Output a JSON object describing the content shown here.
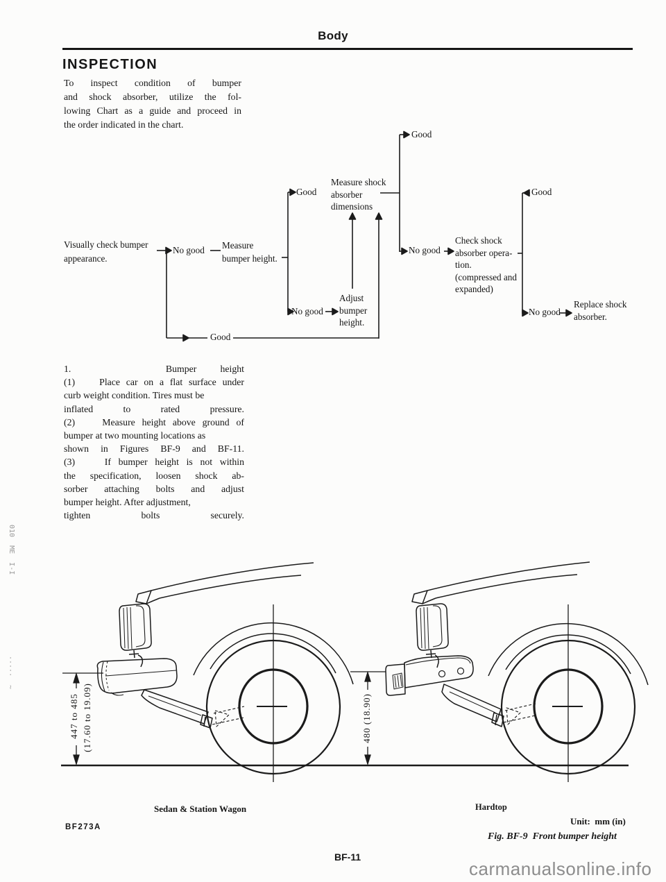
{
  "header": {
    "title": "Body"
  },
  "section": {
    "title": "INSPECTION"
  },
  "intro_lines": [
    "To inspect condition of bumper",
    "and shock absorber, utilize the fol-",
    "lowing Chart as a guide and proceed in",
    "the order indicated in the chart."
  ],
  "procedure_lines": [
    "1.    Bumper height",
    "(1)    Place car on a flat surface under",
    "curb weight condition. Tires must be",
    "inflated to rated pressure.",
    "(2)    Measure height above ground of",
    "bumper at two mounting locations as",
    "shown in Figures BF-9 and BF-11.",
    "(3)    If bumper height is not within",
    "the specification, loosen shock ab-",
    "sorber attaching bolts and adjust",
    "bumper height. After adjustment,",
    "tighten bolts securely."
  ],
  "flowchart": {
    "visual_check": "Visually check bumper\nappearance.",
    "no_good_1": "No good",
    "measure_bumper": "Measure\nbumper height.",
    "good_bumper": "Good",
    "no_good_bumper": "No good",
    "adjust_bumper": "Adjust\nbumper\nheight.",
    "measure_shock": "Measure shock\nabsorber\ndimensions",
    "good_shock_dim": "Good",
    "no_good_shock_dim": "No good",
    "check_shock": "Check shock\nabsorber opera-\ntion.\n(compressed and\nexpanded)",
    "good_shock_op": "Good",
    "no_good_shock_op": "No good",
    "replace_shock": "Replace shock\nabsorber.",
    "good_visual_return": "Good"
  },
  "figure": {
    "sedan_caption": "Sedan & Station Wagon",
    "hardtop_caption": "Hardtop",
    "sedan_height_mm": "447 to 485",
    "sedan_height_in": "(17.60 to 19.09)",
    "hardtop_height": "480 (18.90)",
    "photo_code": "BF273A",
    "unit_note": "Unit:  mm (in)",
    "caption": "Fig. BF-9  Front bumper height"
  },
  "footer": {
    "page_number": "BF-11",
    "watermark": "carmanualsonline.info"
  },
  "margin": {
    "mark_1": "010  ME  I-I",
    "mark_2": "·····  ~"
  },
  "colors": {
    "ink": "#1b1b1b",
    "paper": "#fcfcfb",
    "watermark": "#8d8d8d"
  }
}
